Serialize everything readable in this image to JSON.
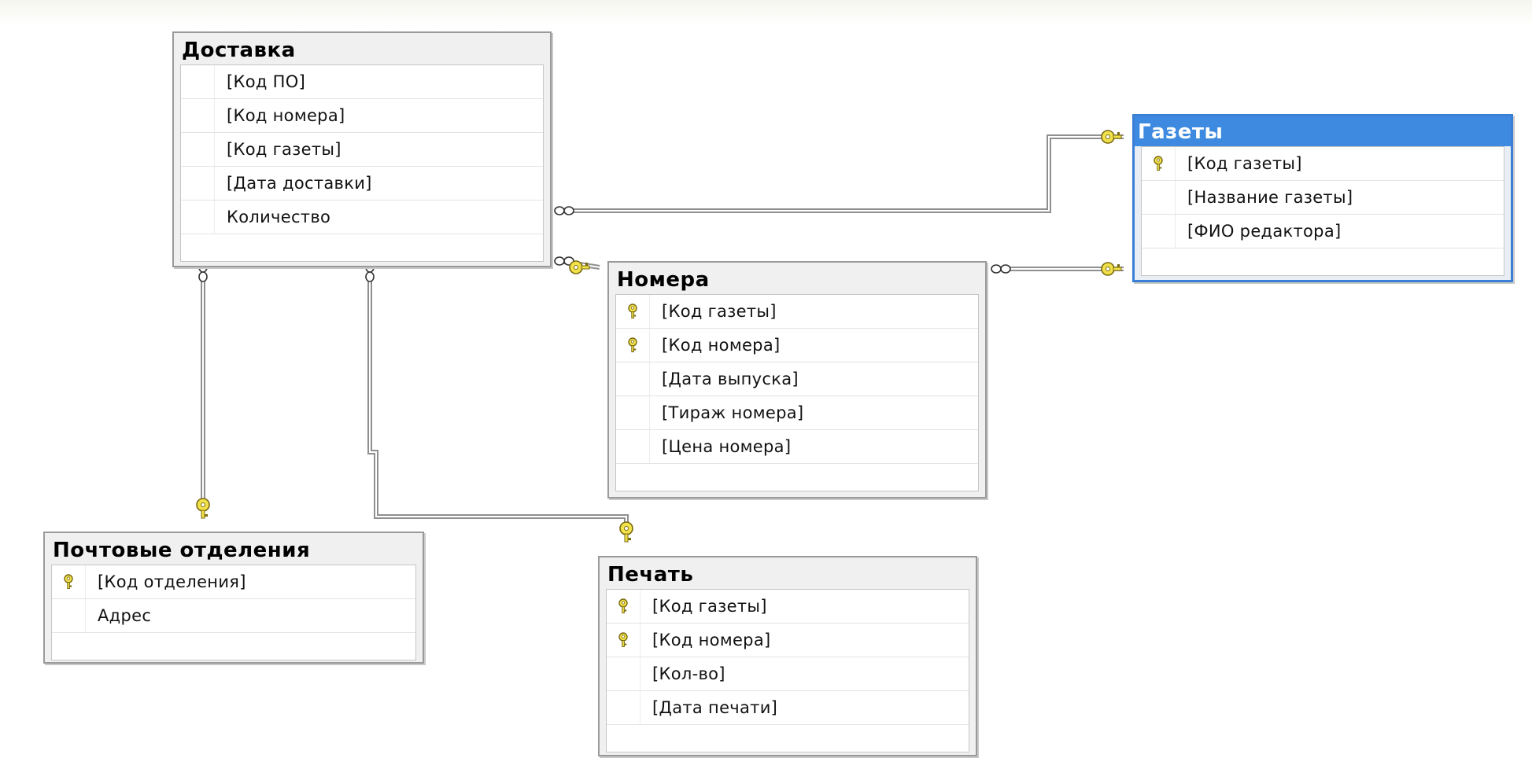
{
  "tables": {
    "dostavka": {
      "title": "Доставка",
      "fields": [
        {
          "name": "[Код ПО]",
          "key": false
        },
        {
          "name": "[Код номера]",
          "key": false
        },
        {
          "name": "[Код газеты]",
          "key": false
        },
        {
          "name": "[Дата доставки]",
          "key": false
        },
        {
          "name": "Количество",
          "key": false
        }
      ]
    },
    "gazety": {
      "title": "Газеты",
      "selected": true,
      "fields": [
        {
          "name": "[Код газеты]",
          "key": true
        },
        {
          "name": "[Название газеты]",
          "key": false
        },
        {
          "name": "[ФИО редактора]",
          "key": false
        }
      ]
    },
    "nomera": {
      "title": "Номера",
      "fields": [
        {
          "name": "[Код газеты]",
          "key": true
        },
        {
          "name": "[Код номера]",
          "key": true
        },
        {
          "name": "[Дата выпуска]",
          "key": false
        },
        {
          "name": "[Тираж номера]",
          "key": false
        },
        {
          "name": "[Цена номера]",
          "key": false
        }
      ]
    },
    "pochtovye": {
      "title": "Почтовые отделения",
      "fields": [
        {
          "name": "[Код отделения]",
          "key": true
        },
        {
          "name": "Адрес",
          "key": false
        }
      ]
    },
    "pechat": {
      "title": "Печать",
      "fields": [
        {
          "name": "[Код газеты]",
          "key": true
        },
        {
          "name": "[Код номера]",
          "key": true
        },
        {
          "name": "[Кол-во]",
          "key": false
        },
        {
          "name": "[Дата печати]",
          "key": false
        }
      ]
    }
  },
  "relations": [
    {
      "from": "dostavka",
      "to": "gazety",
      "from_end": "many",
      "to_end": "one"
    },
    {
      "from": "dostavka",
      "to": "nomera",
      "from_end": "many",
      "to_end": "one"
    },
    {
      "from": "nomera",
      "to": "gazety",
      "from_end": "many",
      "to_end": "one"
    },
    {
      "from": "dostavka",
      "to": "pochtovye",
      "from_end": "many",
      "to_end": "one"
    },
    {
      "from": "dostavka",
      "to": "pechat",
      "from_end": "many",
      "to_end": "one"
    }
  ],
  "icons": {
    "primary_key": "key-icon",
    "one_end": "key-icon",
    "many_end": "infinity-icon"
  },
  "colors": {
    "selected_header": "#3d8ae0",
    "key_fill": "#f1e14a",
    "key_stroke": "#7a6a10",
    "line": "#8f8f8f"
  }
}
